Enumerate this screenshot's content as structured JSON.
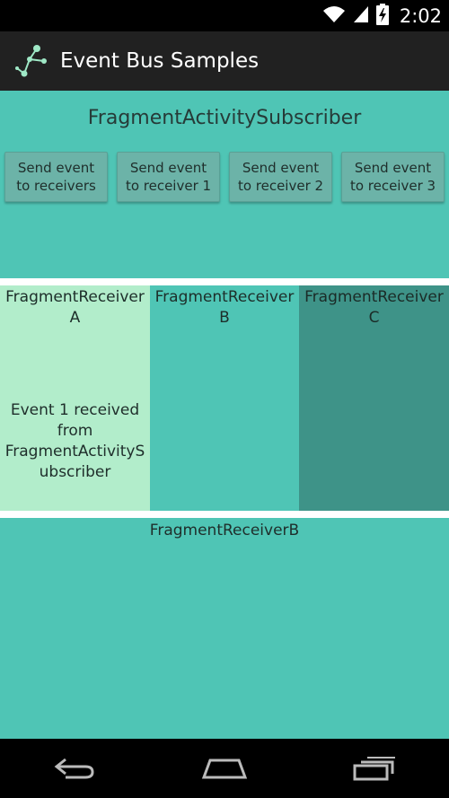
{
  "status_bar": {
    "time": "2:02",
    "icons": [
      "wifi-icon",
      "signal-icon",
      "battery-charging-icon"
    ]
  },
  "action_bar": {
    "title": "Event Bus Samples",
    "icon": "event-bus-logo-icon"
  },
  "subscriber": {
    "title": "FragmentActivitySubscriber",
    "buttons": [
      {
        "label": "Send event\nto receivers"
      },
      {
        "label": "Send event\nto receiver 1"
      },
      {
        "label": "Send event\nto receiver 2"
      },
      {
        "label": "Send event\nto receiver 3"
      }
    ]
  },
  "receivers": [
    {
      "title": "FragmentReceiver\nA",
      "message": "Event 1 received\nfrom\nFragmentActivityS\nubscriber"
    },
    {
      "title": "FragmentReceiver\nB",
      "message": ""
    },
    {
      "title": "FragmentReceiver\nC",
      "message": ""
    }
  ],
  "bottom": {
    "title": "FragmentReceiverB"
  },
  "nav_bar": {
    "icons": [
      "back-icon",
      "home-icon",
      "recents-icon"
    ]
  },
  "colors": {
    "teal": "#4fc5b5",
    "light_green": "#b2edcb",
    "dark_teal": "#3e9388",
    "action_bar": "#212121"
  }
}
